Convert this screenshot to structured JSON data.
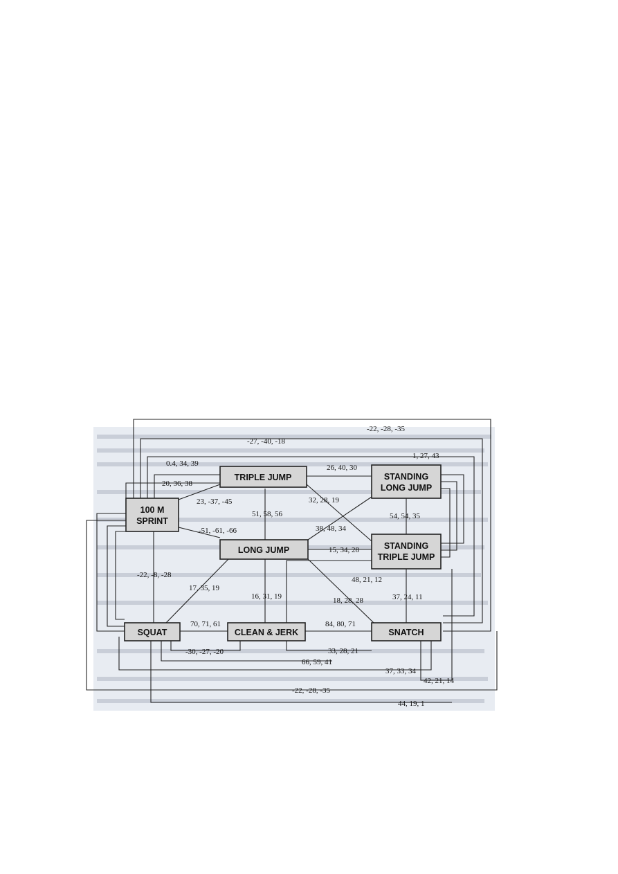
{
  "nodes": {
    "triple_jump": "TRIPLE JUMP",
    "standing_long_jump": [
      "STANDING",
      "LONG JUMP"
    ],
    "sprint": [
      "100 M",
      "SPRINT"
    ],
    "long_jump": "LONG JUMP",
    "standing_triple_jump": [
      "STANDING",
      "TRIPLE JUMP"
    ],
    "squat": "SQUAT",
    "clean_jerk": "CLEAN & JERK",
    "snatch": "SNATCH"
  },
  "labels": {
    "top_outer": "-22, -28, -35",
    "top_second": "-27, -40, -18",
    "top_third": "1, 27, 43",
    "sprint_top": "0.4, 34, 39",
    "sprint_tj": "20, 36, 38",
    "tj_slj": "26, 40, 30",
    "sprint_diag": "23, -37, -45",
    "tj_cross": "32, 28, 19",
    "tj_lj": "51, 58, 56",
    "slj_stj": "54, 54, 35",
    "sprint_lj": "-51, -61, -66",
    "cross_center": "38, 48, 34",
    "lj_stj": "15, 34, 28",
    "sprint_squat": "-22, -8, -28",
    "stj_cj": "48, 21, 12",
    "lj_squat": "17, 35, 19",
    "lj_cj": "16, 31, 19",
    "lj_snatch": "18, 28, 28",
    "stj_snatch": "37, 24, 11",
    "squat_cj": "70, 71, 61",
    "cj_snatch": "84, 80, 71",
    "squat_bottom": "-30, -27, -20",
    "cj_bottom": "33, 28, 21",
    "bottom_a": "66, 59, 41",
    "bottom_b": "37, 33, 34",
    "bottom_c": "42, 21, 14",
    "bottom_outer": "-22, -28, -35",
    "bottom_last": "44, 19, 1"
  }
}
